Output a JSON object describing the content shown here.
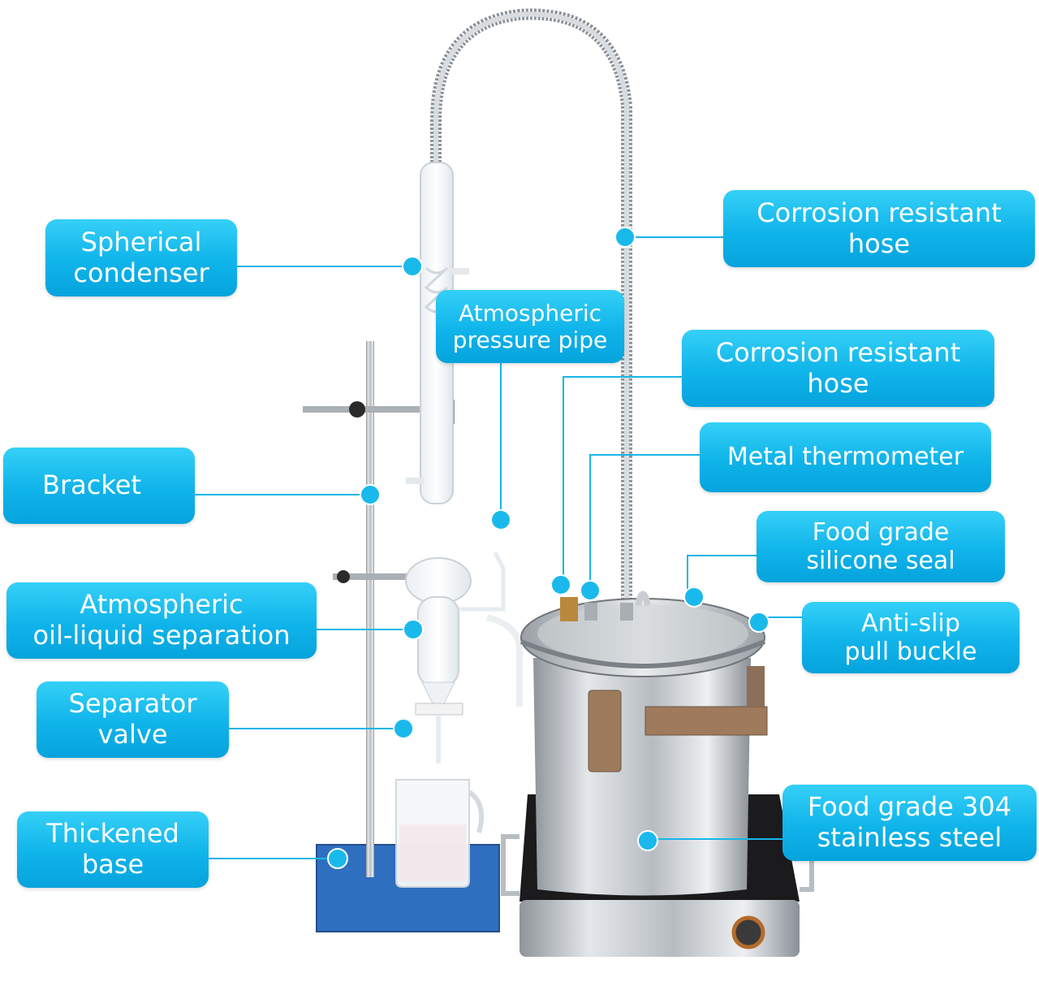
{
  "callouts": {
    "spherical_condenser": [
      "Spherical",
      "condenser"
    ],
    "bracket": [
      "Bracket"
    ],
    "oil_liquid_separation": [
      "Atmospheric",
      "oil-liquid separation"
    ],
    "separator_valve": [
      "Separator",
      "valve"
    ],
    "thickened_base": [
      "Thickened",
      "base"
    ],
    "pressure_pipe": [
      "Atmospheric",
      "pressure pipe"
    ],
    "hose_top": [
      "Corrosion resistant",
      "hose"
    ],
    "hose_mid": [
      "Corrosion resistant",
      "hose"
    ],
    "thermometer": [
      "Metal thermometer"
    ],
    "silicone_seal": [
      "Food grade",
      "silicone seal"
    ],
    "pull_buckle": [
      "Anti-slip",
      "pull buckle"
    ],
    "stainless_steel": [
      "Food grade 304",
      "stainless steel"
    ]
  },
  "colors": {
    "label_blue": "#0fb4ea",
    "steel": "#c7ccd0",
    "base_blue": "#2f6fc0",
    "cooker_black": "#1b1b1d"
  }
}
